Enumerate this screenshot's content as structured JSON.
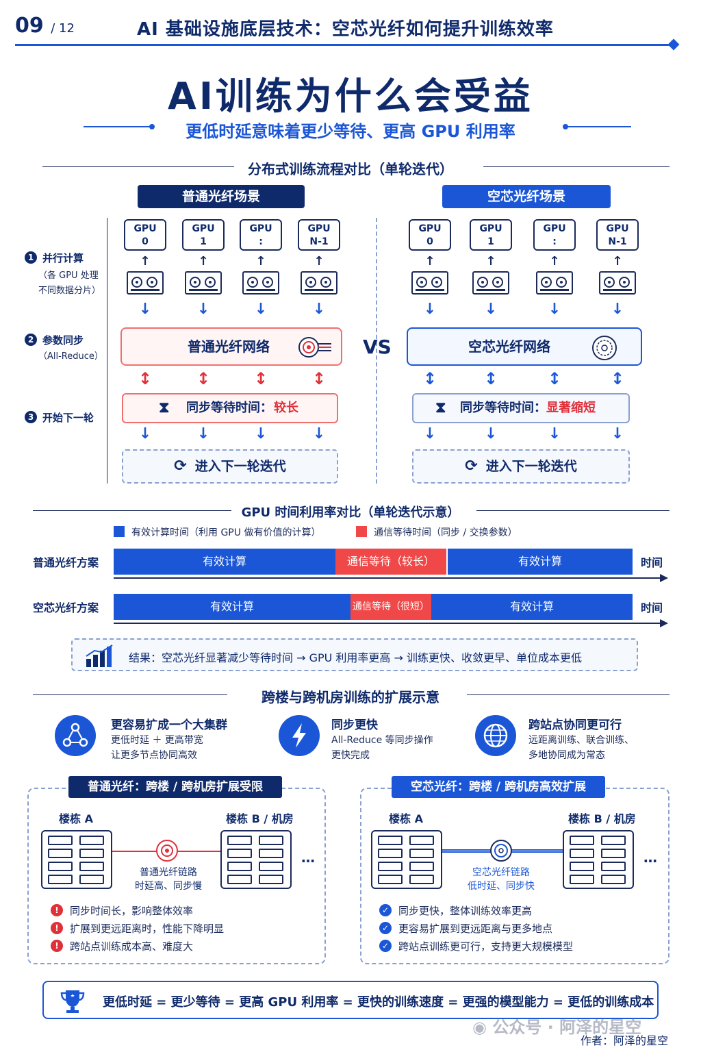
{
  "header": {
    "page": "09",
    "total": "/ 12",
    "title": "AI 基础设施底层技术：空芯光纤如何提升训练效率"
  },
  "main_title": "AI训练为什么会受益",
  "subtitle": "更低时延意味着更少等待、更高 GPU 利用率",
  "flow": {
    "title": "分布式训练流程对比（单轮迭代）",
    "left_head": "普通光纤场景",
    "right_head": "空芯光纤场景",
    "vs": "VS",
    "gpus": [
      [
        "GPU",
        "0"
      ],
      [
        "GPU",
        "1"
      ],
      [
        "GPU",
        ":"
      ],
      [
        "GPU",
        "N-1"
      ]
    ],
    "steps": [
      {
        "num": "1",
        "label": "并行计算",
        "note1": "（各 GPU 处理",
        "note2": "不同数据分片）"
      },
      {
        "num": "2",
        "label": "参数同步",
        "note1": "（All-Reduce）"
      },
      {
        "num": "3",
        "label": "开始下一轮"
      }
    ],
    "left_net": "普通光纤网络",
    "right_net": "空芯光纤网络",
    "wait_prefix": "同步等待时间：",
    "left_wait": "较长",
    "right_wait": "显著缩短",
    "next_iter": "进入下一轮迭代"
  },
  "util": {
    "title": "GPU 时间利用率对比（单轮迭代示意）",
    "legend_blue": "有效计算时间（利用 GPU 做有价值的计算）",
    "legend_red": "通信等待时间（同步 / 交换参数）",
    "row1_label": "普通光纤方案",
    "row2_label": "空芯光纤方案",
    "row1": [
      "有效计算",
      "通信等待（较长）",
      "有效计算"
    ],
    "row2": [
      "有效计算",
      "通信等待（很短）",
      "有效计算"
    ],
    "time": "时间",
    "result": "结果：空芯光纤显著减少等待时间 → GPU 利用率更高 → 训练更快、收敛更早、单位成本更低",
    "colors": {
      "compute": "#1a56d6",
      "wait": "#f04848"
    }
  },
  "scale": {
    "title": "跨楼与跨机房训练的扩展示意",
    "features": [
      {
        "icon": "cluster-icon",
        "title": "更容易扩成一个大集群",
        "desc1": "更低时延 ＋ 更高带宽",
        "desc2": "让更多节点协同高效"
      },
      {
        "icon": "lightning-icon",
        "title": "同步更快",
        "desc1": "All-Reduce 等同步操作",
        "desc2": "更快完成"
      },
      {
        "icon": "globe-icon",
        "title": "跨站点协同更可行",
        "desc1": "远距离训练、联合训练、",
        "desc2": "多地协同成为常态"
      }
    ],
    "left_panel": {
      "head": "普通光纤：跨楼 / 跨机房扩展受限",
      "bldg_a": "楼栋 A",
      "bldg_b": "楼栋 B / 机房",
      "link1": "普通光纤链路",
      "link2": "时延高、同步慢",
      "bullets": [
        "同步时间长，影响整体效率",
        "扩展到更远距离时，性能下降明显",
        "跨站点训练成本高、难度大"
      ]
    },
    "right_panel": {
      "head": "空芯光纤：跨楼 / 跨机房高效扩展",
      "bldg_a": "楼栋 A",
      "bldg_b": "楼栋 B / 机房",
      "link1": "空芯光纤链路",
      "link2": "低时延、同步快",
      "bullets": [
        "同步更快，整体训练效率更高",
        "更容易扩展到更远距离与更多地点",
        "跨站点训练更可行，支持更大规模模型"
      ]
    },
    "ellipsis": "…"
  },
  "bottom": "更低时延 = 更少等待 = 更高 GPU 利用率 = 更快的训练速度 = 更强的模型能力 = 更低的训练成本",
  "watermark": {
    "account": "公众号 · 阿泽的星空",
    "author": "作者：阿泽的星空"
  }
}
